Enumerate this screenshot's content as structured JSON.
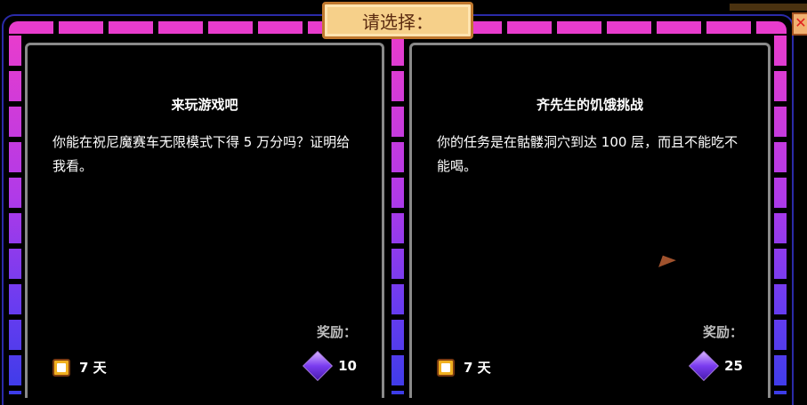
{
  "header": {
    "title": "请选择：",
    "close_icon": "close-icon"
  },
  "quests": [
    {
      "title": "来玩游戏吧",
      "description": "你能在祝尼魔赛车无限模式下得 5 万分吗？证明给我看。",
      "reward_label": "奖励：",
      "time": "7 天",
      "reward": "10"
    },
    {
      "title": "齐先生的饥饿挑战",
      "description": "你的任务是在骷髅洞穴到达 100 层，而且不能吃不能喝。",
      "reward_label": "奖励：",
      "time": "7 天",
      "reward": "25"
    }
  ],
  "colors": {
    "rail_top": "#e83ccd",
    "rail_bottom": "#3c3ce8"
  }
}
